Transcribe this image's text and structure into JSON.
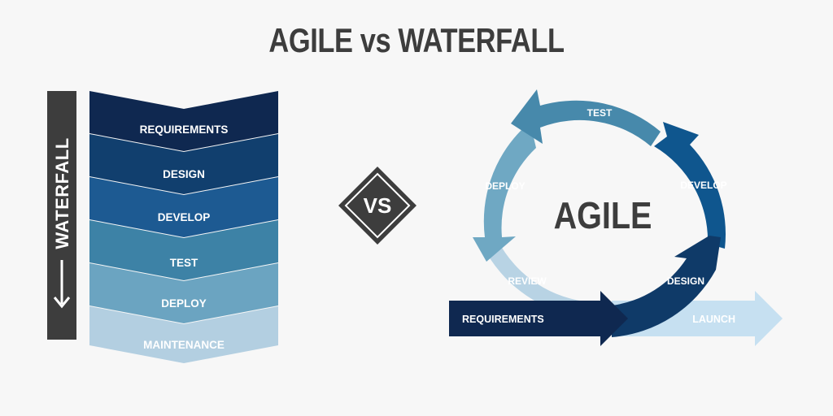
{
  "title": "AGILE vs WATERFALL",
  "waterfall": {
    "bar_label": "WATERFALL",
    "stages": [
      {
        "label": "REQUIREMENTS",
        "color": "#0f2850"
      },
      {
        "label": "DESIGN",
        "color": "#113f6e"
      },
      {
        "label": "DEVELOP",
        "color": "#1d5a92"
      },
      {
        "label": "TEST",
        "color": "#3d82a6"
      },
      {
        "label": "DEPLOY",
        "color": "#6ba4c1"
      },
      {
        "label": "MAINTENANCE",
        "color": "#b3cfe1"
      }
    ]
  },
  "versus": {
    "label": "VS"
  },
  "agile": {
    "center_label": "AGILE",
    "cycle": [
      {
        "label": "TEST",
        "color": "#4789ab"
      },
      {
        "label": "DEVELOP",
        "color": "#0f568e"
      },
      {
        "label": "DESIGN",
        "color": "#0f3a68"
      },
      {
        "label": "REVIEW",
        "color": "#b8d3e4"
      },
      {
        "label": "DEPLOY",
        "color": "#6fa8c3"
      }
    ],
    "input_label": "REQUIREMENTS",
    "output_label": "LAUNCH",
    "input_color": "#0f2850",
    "output_color": "#c6e0f1"
  },
  "colors": {
    "dark": "#3d3d3d",
    "background": "#f7f7f7"
  }
}
